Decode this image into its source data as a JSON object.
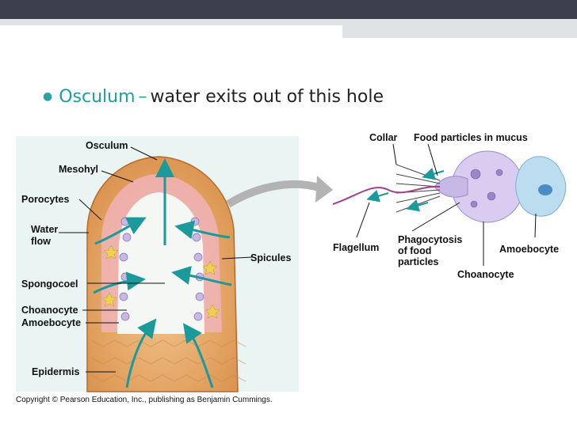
{
  "slide": {
    "bullet": {
      "term": "Osculum",
      "separator": "–",
      "text": "water exits out of this hole"
    }
  },
  "diagram": {
    "sponge_labels": {
      "osculum": "Osculum",
      "mesohyl": "Mesohyl",
      "porocytes": "Porocytes",
      "water_flow_1": "Water",
      "water_flow_2": "flow",
      "spicules": "Spicules",
      "spongocoel": "Spongocoel",
      "choanocyte": "Choanocyte",
      "amoebocyte": "Amoebocyte",
      "epidermis": "Epidermis"
    },
    "cell_labels": {
      "collar": "Collar",
      "food_particles": "Food particles in mucus",
      "flagellum": "Flagellum",
      "phago_1": "Phagocytosis",
      "phago_2": "of food",
      "phago_3": "particles",
      "amoebocyte": "Amoebocyte",
      "choanocyte": "Choanocyte"
    },
    "colors": {
      "water_arrow": "#1a9a9a",
      "sponge_body": "#e0a060",
      "spongocoel_bg": "#f4f7f4",
      "choanocyte_cell": "#c9b8e6",
      "amoebocyte_cell": "#bcdcf0",
      "zoom_arrow": "#b3b3b3"
    },
    "copyright": "Copyright © Pearson Education, Inc., publishing as Benjamin Cummings."
  }
}
